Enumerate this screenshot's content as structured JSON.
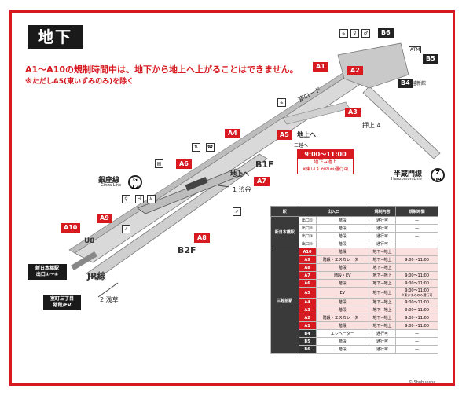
{
  "title": "地下",
  "notice": "A1〜A10の規制時間中は、地下から地上へ上がることはできません。",
  "notice_sub": "※ただしA5(東いずみのみ)を除く",
  "exits": {
    "A1": "A1",
    "A2": "A2",
    "A3": "A3",
    "A4": "A4",
    "A5": "A5",
    "A6": "A6",
    "A7": "A7",
    "A8": "A8",
    "A9": "A9",
    "A10": "A10",
    "B4": "B4",
    "B5": "B5",
    "B6": "B6"
  },
  "labels": {
    "b1f": "B1F",
    "b2f": "B2F",
    "jr": "JR線",
    "u8": "U8",
    "ginza": "銀座線",
    "ginza_en": "Ginza Line",
    "ginza_code": "G",
    "ginza_num": "12",
    "hanzomon": "半蔵門線",
    "hanzomon_en": "Hanzomon Line",
    "hanzomon_code": "Z",
    "hanzomon_num": "09",
    "yume_road": "夢ロード",
    "chijo_e": "地上へ",
    "chijo_e2": "地上へ",
    "sankoshi": "三越へ",
    "oshiage": "押上 4",
    "shibuya": "1 渋谷",
    "asakusa": "2 浅草",
    "mitsukoshi_shinkan": "三越新館",
    "atm": "ATM",
    "shin_nihonbashi": "新日本橋駅\n出口①〜④",
    "muromachi": "室町三丁目\n階段/EV"
  },
  "time_box": {
    "main": "9:00〜11:00",
    "sub1": "地下→地上",
    "sub2": "※東いずみのみ通行可"
  },
  "table": {
    "headers": [
      "駅",
      "出入口",
      "",
      "規制内容",
      "規制時間"
    ],
    "rows": [
      {
        "station": "新日本橋駅",
        "exit": "出口①",
        "type": "階段",
        "content": "通行可",
        "time": "—",
        "style": "plain"
      },
      {
        "station": "",
        "exit": "出口②",
        "type": "階段",
        "content": "通行可",
        "time": "—",
        "style": "plain"
      },
      {
        "station": "",
        "exit": "出口③",
        "type": "階段",
        "content": "通行可",
        "time": "—",
        "style": "plain"
      },
      {
        "station": "",
        "exit": "出口④",
        "type": "階段",
        "content": "通行可",
        "time": "—",
        "style": "plain"
      },
      {
        "station": "三越前駅",
        "exit": "A10",
        "type": "階段",
        "content": "地下→地上",
        "time": "",
        "style": "red"
      },
      {
        "station": "",
        "exit": "A9",
        "type": "階段・エスカレーター",
        "content": "地下→地上",
        "time": "9:00〜11:00",
        "style": "red"
      },
      {
        "station": "",
        "exit": "A8",
        "type": "階段",
        "content": "地下→地上",
        "time": "",
        "style": "red"
      },
      {
        "station": "",
        "exit": "A7",
        "type": "階段・EV",
        "content": "地下→地上",
        "time": "9:00〜11:00",
        "style": "red"
      },
      {
        "station": "",
        "exit": "A6",
        "type": "階段",
        "content": "地下→地上",
        "time": "9:00〜11:00",
        "style": "red"
      },
      {
        "station": "",
        "exit": "A5",
        "type": "EV",
        "content": "地下→地上",
        "time": "9:00〜11:00",
        "time2": "※東いずみのみ通行可",
        "style": "red"
      },
      {
        "station": "",
        "exit": "A4",
        "type": "階段",
        "content": "地下→地上",
        "time": "9:00〜11:00",
        "style": "red"
      },
      {
        "station": "",
        "exit": "A3",
        "type": "階段",
        "content": "地下→地上",
        "time": "9:00〜11:00",
        "style": "red"
      },
      {
        "station": "",
        "exit": "A2",
        "type": "階段・エスカレーター",
        "content": "地下→地上",
        "time": "9:00〜11:00",
        "style": "red"
      },
      {
        "station": "",
        "exit": "A1",
        "type": "階段",
        "content": "地下→地上",
        "time": "9:00〜11:00",
        "style": "red"
      },
      {
        "station": "",
        "exit": "B4",
        "type": "エレベーター",
        "content": "通行可",
        "time": "—",
        "style": "dark"
      },
      {
        "station": "",
        "exit": "B5",
        "type": "階段",
        "content": "通行可",
        "time": "—",
        "style": "dark"
      },
      {
        "station": "",
        "exit": "B6",
        "type": "階段",
        "content": "通行可",
        "time": "—",
        "style": "dark"
      }
    ]
  },
  "copyright": "© Shobunsha",
  "colors": {
    "accent": "#d71920",
    "dark": "#1a1a1a"
  }
}
